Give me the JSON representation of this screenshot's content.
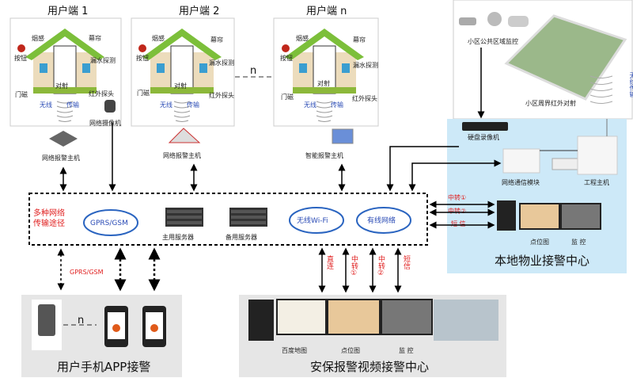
{
  "users": [
    {
      "title": "用户端 1",
      "host": "网络报警主机",
      "camera": "网络摄像机"
    },
    {
      "title": "用户端 2",
      "host": "网络报警主机"
    },
    {
      "title": "用户端 n",
      "host": "智能报警主机"
    }
  ],
  "sensors": {
    "smoke": "烟感",
    "curtain": "幕帘",
    "button": "按钮",
    "water": "漏水探测",
    "door": "门磁",
    "infrared": "红外探头",
    "beam": "对射",
    "wireless": "无线",
    "transmit": "传输"
  },
  "n_label": "n",
  "community": {
    "public_monitor": "小区公共区域监控",
    "perimeter": "小区周界红外对射",
    "wireless_vertical": "无线传输"
  },
  "property_center": {
    "title": "本地物业接警中心",
    "dvr": "硬盘录像机",
    "net_module": "网络通信模块",
    "engineering_host": "工程主机",
    "relay1": "中转①",
    "relay2": "中转②",
    "sms": "短 信",
    "point_map": "点位图",
    "monitor": "监 控"
  },
  "network": {
    "label_line1": "多种网络",
    "label_line2": "传输途径",
    "gprs": "GPRS/GSM",
    "main_server": "主用服务器",
    "backup_server": "备用服务器",
    "wifi": "无线Wi-Fi",
    "wired": "有线网络"
  },
  "links": {
    "gprs": "GPRS/GSM",
    "direct": "直连",
    "relay1": "中转①",
    "relay2": "中转②",
    "sms": "短信"
  },
  "app_center": {
    "title": "用户手机APP接警",
    "n": "n"
  },
  "video_center": {
    "title": "安保报警视频接警中心",
    "baidu_map": "百度地图",
    "point_map": "点位图",
    "monitor": "监 控"
  },
  "colors": {
    "roof": "#7cbf3a",
    "wall": "#ecdcbc",
    "panel_blue": "#cde9f8",
    "grey_panel": "#e6e6e6",
    "cloud_stroke": "#2a64c0",
    "red_text": "#e02020",
    "blue_text": "#2a4bb5"
  }
}
